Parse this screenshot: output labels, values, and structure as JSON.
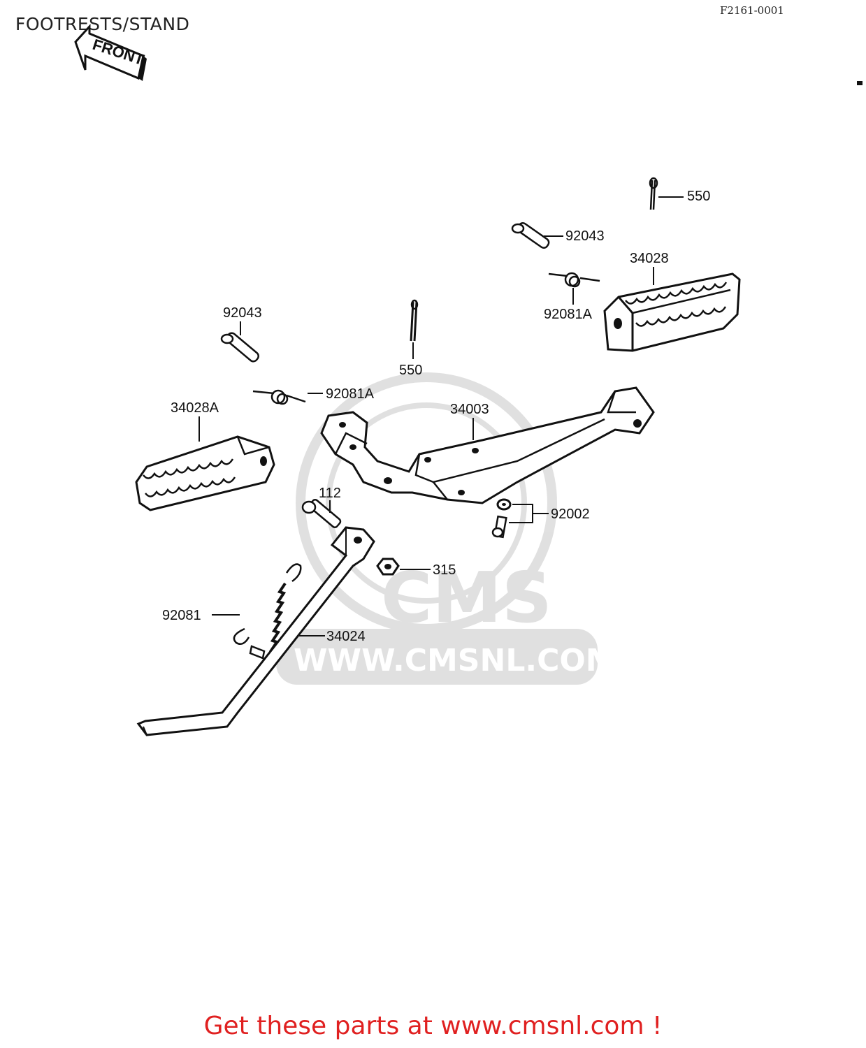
{
  "header": {
    "title": "FOOTRESTS/STAND",
    "diagram_code": "F2161-0001",
    "direction_label": "FRONT"
  },
  "watermark": {
    "brand": "CMS",
    "url": "WWW.CMSNL.COM"
  },
  "parts": {
    "pin_top_right": "550",
    "pin_upper": "92043",
    "footrest_right": "34028",
    "spring_right": "92081A",
    "pin_left": "92043",
    "cotter_center": "550",
    "spring_left": "92081A",
    "bracket": "34003",
    "footrest_left": "34028A",
    "bolt_112": "112",
    "nut_bolt_pair": "92002",
    "nut_315": "315",
    "stand_spring": "92081",
    "side_stand": "34024"
  },
  "footer": {
    "text": "Get these parts at www.cmsnl.com !"
  }
}
